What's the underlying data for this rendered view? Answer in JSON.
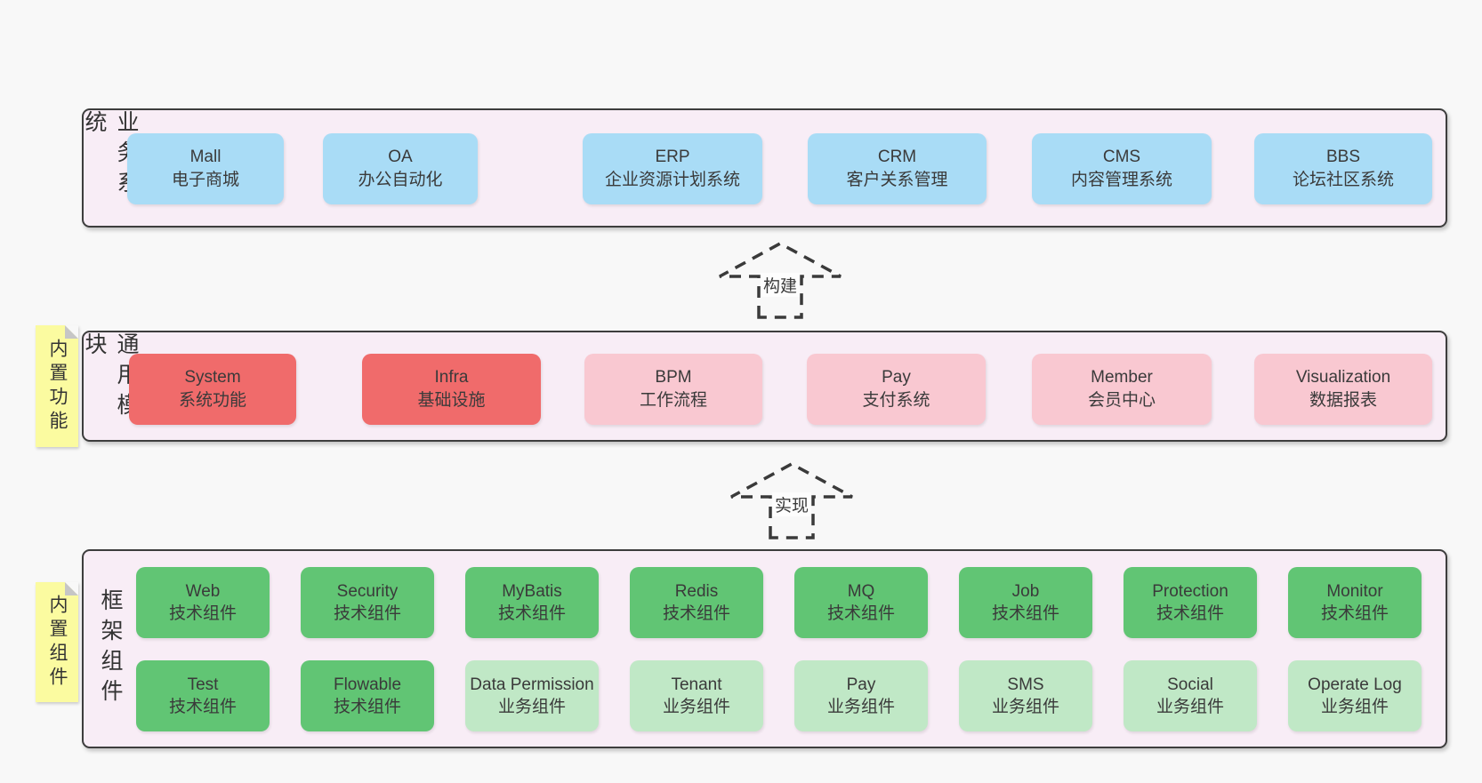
{
  "palette": {
    "page_bg": "#f8f8f8",
    "band_bg": "#f8edf6",
    "band_border": "#3d3d3d",
    "blue": "#a9dcf6",
    "red": "#f06b6b",
    "pink": "#f9c8d1",
    "green": "#61c574",
    "light_green": "#c0e8c6",
    "sticky_yellow": "#fbfba0",
    "text": "#3a3a3a"
  },
  "bands": [
    {
      "label": "业务系统",
      "boxes": [
        {
          "title": "Mall",
          "subtitle": "电子商城"
        },
        {
          "title": "OA",
          "subtitle": "办公自动化"
        },
        {
          "title": "ERP",
          "subtitle": "企业资源计划系统"
        },
        {
          "title": "CRM",
          "subtitle": "客户关系管理"
        },
        {
          "title": "CMS",
          "subtitle": "内容管理系统"
        },
        {
          "title": "BBS",
          "subtitle": "论坛社区系统"
        }
      ]
    },
    {
      "label": "通用模块",
      "sticky": "内置功能",
      "boxes": [
        {
          "title": "System",
          "subtitle": "系统功能"
        },
        {
          "title": "Infra",
          "subtitle": "基础设施"
        },
        {
          "title": "BPM",
          "subtitle": "工作流程"
        },
        {
          "title": "Pay",
          "subtitle": "支付系统"
        },
        {
          "title": "Member",
          "subtitle": "会员中心"
        },
        {
          "title": "Visualization",
          "subtitle": "数据报表"
        }
      ]
    },
    {
      "label": "框架组件",
      "sticky": "内置组件",
      "rows": [
        [
          {
            "title": "Web",
            "subtitle": "技术组件"
          },
          {
            "title": "Security",
            "subtitle": "技术组件"
          },
          {
            "title": "MyBatis",
            "subtitle": "技术组件"
          },
          {
            "title": "Redis",
            "subtitle": "技术组件"
          },
          {
            "title": "MQ",
            "subtitle": "技术组件"
          },
          {
            "title": "Job",
            "subtitle": "技术组件"
          },
          {
            "title": "Protection",
            "subtitle": "技术组件"
          },
          {
            "title": "Monitor",
            "subtitle": "技术组件"
          }
        ],
        [
          {
            "title": "Test",
            "subtitle": "技术组件"
          },
          {
            "title": "Flowable",
            "subtitle": "技术组件"
          },
          {
            "title": "Data Permission",
            "subtitle": "业务组件"
          },
          {
            "title": "Tenant",
            "subtitle": "业务组件"
          },
          {
            "title": "Pay",
            "subtitle": "业务组件"
          },
          {
            "title": "SMS",
            "subtitle": "业务组件"
          },
          {
            "title": "Social",
            "subtitle": "业务组件"
          },
          {
            "title": "Operate Log",
            "subtitle": "业务组件"
          }
        ]
      ]
    }
  ],
  "arrows": [
    {
      "label": "构建"
    },
    {
      "label": "实现"
    }
  ]
}
